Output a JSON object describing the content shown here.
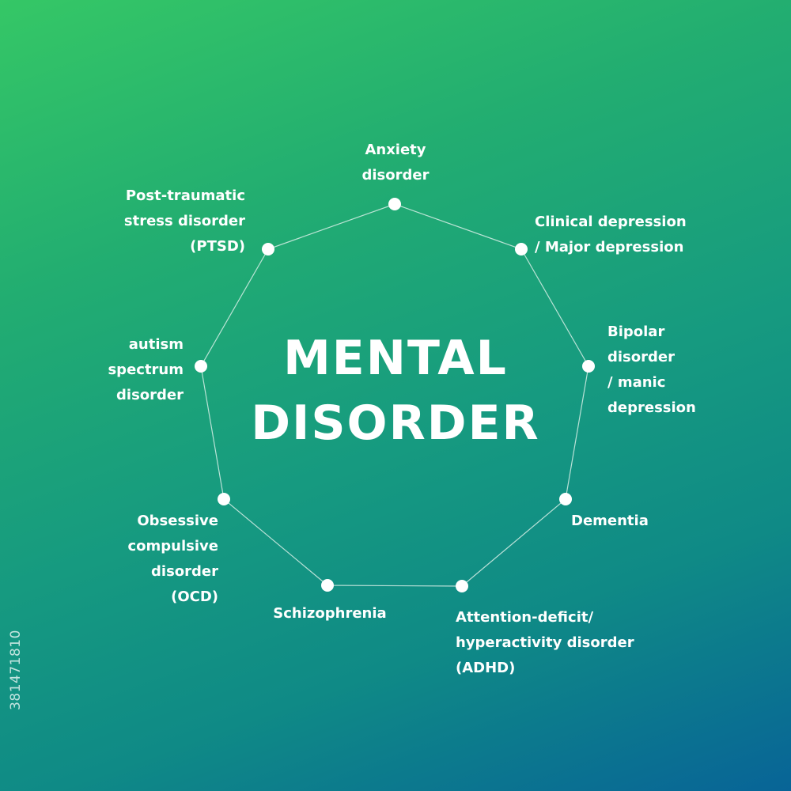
{
  "title": {
    "line1": "MENTAL",
    "line2": "DISORDER"
  },
  "disorders": [
    {
      "id": "anxiety",
      "label": "Anxiety\ndisorder"
    },
    {
      "id": "depression",
      "label": "Clinical depression\n/ Major depression"
    },
    {
      "id": "bipolar",
      "label": "Bipolar\ndisorder\n/ manic\ndepression"
    },
    {
      "id": "dementia",
      "label": "Dementia"
    },
    {
      "id": "adhd",
      "label": "Attention-deficit/\nhyperactivity disorder\n(ADHD)"
    },
    {
      "id": "schizophrenia",
      "label": "Schizophrenia"
    },
    {
      "id": "ocd",
      "label": "Obsessive\ncompulsive\ndisorder\n(OCD)"
    },
    {
      "id": "autism",
      "label": "autism\nspectrum\ndisorder"
    },
    {
      "id": "ptsd",
      "label": "Post-traumatic\nstress disorder\n(PTSD)"
    }
  ],
  "watermark": {
    "stock_id": "381471810"
  },
  "colors": {
    "gradient_top": "#35c766",
    "gradient_bottom": "#086497",
    "text": "#ffffff",
    "ring_line": "#d7efe6"
  }
}
